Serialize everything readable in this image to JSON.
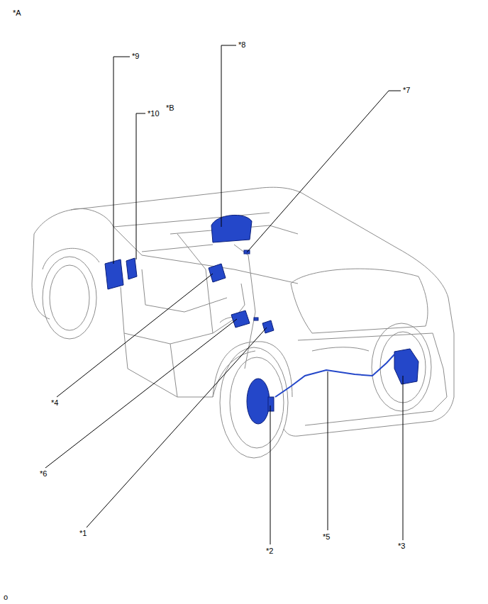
{
  "diagram": {
    "labels": [
      "*A",
      "*9",
      "*8",
      "*7",
      "*10",
      "*B",
      "*4",
      "*6",
      "*1",
      "*2",
      "*5",
      "*3",
      "o"
    ]
  }
}
